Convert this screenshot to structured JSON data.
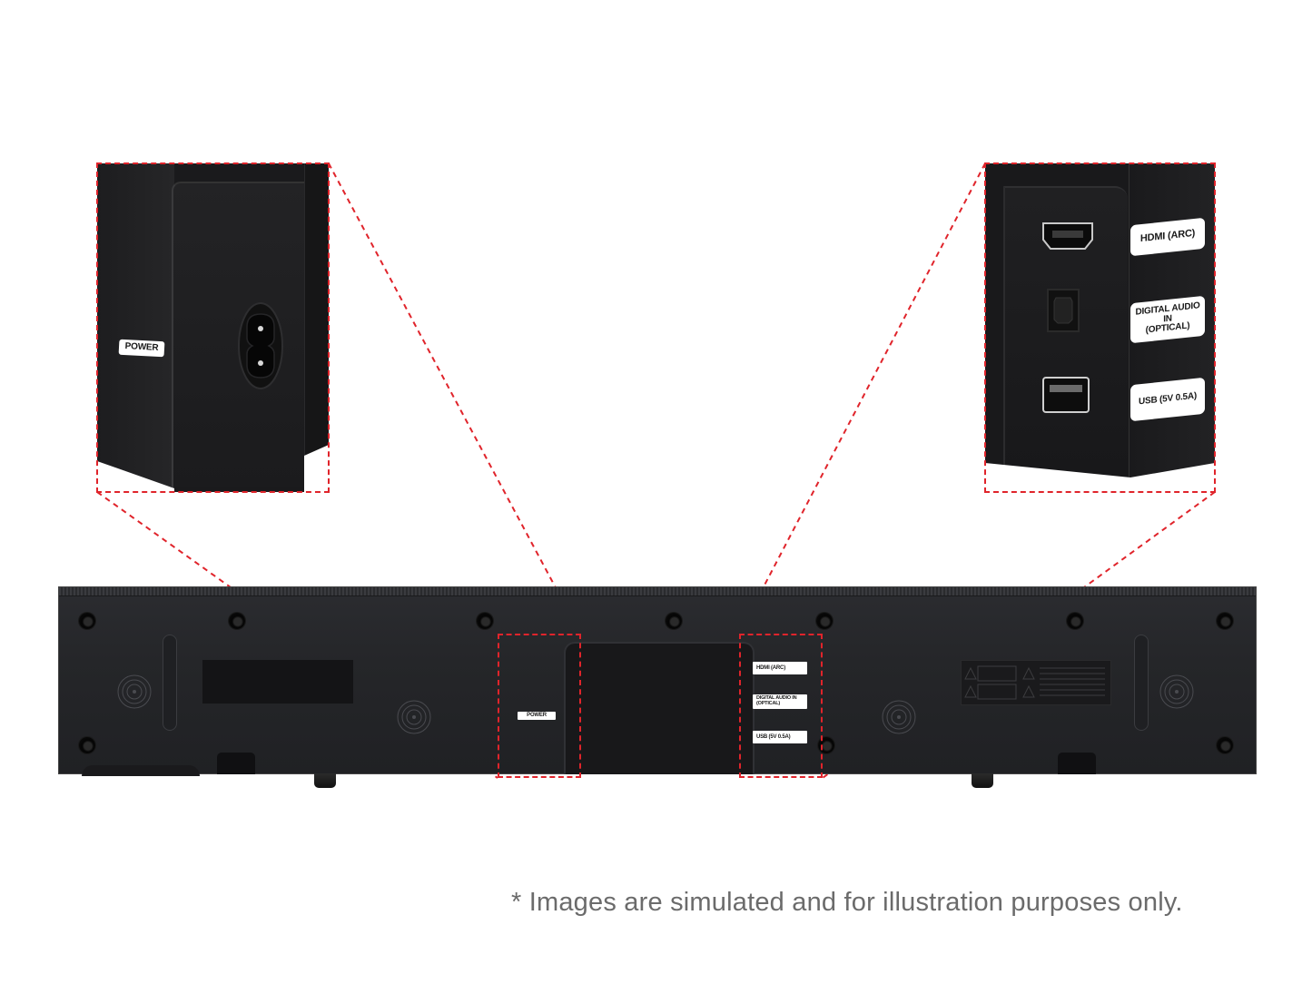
{
  "image": {
    "subject": "Soundbar rear panel with callouts",
    "accent_color": "#e0242b",
    "body_color": "#222326"
  },
  "callouts": {
    "left": {
      "labels": [
        "POWER"
      ],
      "port": "power-socket"
    },
    "right": {
      "labels": [
        "HDMI (ARC)",
        "DIGITAL AUDIO IN\n(OPTICAL)",
        "USB (5V 0.5A)"
      ],
      "ports": [
        "hdmi-port",
        "optical-port",
        "usb-port"
      ]
    }
  },
  "soundbar": {
    "power_label": "POWER",
    "port_labels": [
      "HDMI (ARC)",
      "DIGITAL AUDIO IN\n(OPTICAL)",
      "USB (5V 0.5A)"
    ]
  },
  "footer": {
    "disclaimer": "* Images are simulated and for illustration purposes only."
  }
}
